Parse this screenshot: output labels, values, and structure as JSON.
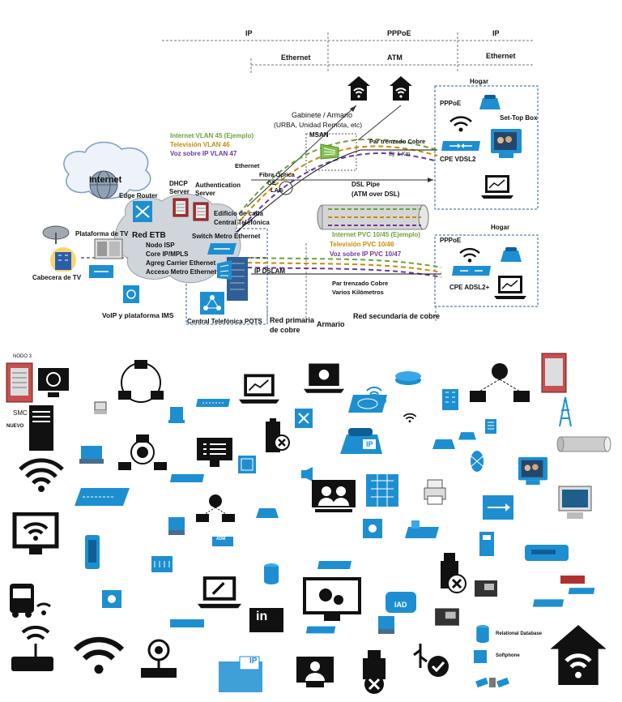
{
  "top_headers": {
    "ip_left": "IP",
    "pppoe": "PPPoE",
    "ip_right": "IP",
    "ethernet_mid": "Ethernet",
    "atm": "ATM",
    "ethernet_right": "Ethernet"
  },
  "labels": {
    "hogar_top": "Hogar",
    "hogar_bottom": "Hogar",
    "pppoe_top": "PPPoE",
    "pppoe_bottom": "PPPoE",
    "set_top_box": "Set-Top Box",
    "cpe_vdsl2": "CPE VDSL2",
    "cpe_adsl2": "CPE ADSL2+",
    "gabinete": "Gabinete / Armario",
    "gabinete_sub": "(URBA, Unidad Remota, etc)",
    "msan": "MSAN",
    "par_trenzado_top": "Par trenzado Cobre",
    "ej_km": "Ej: 1 Km",
    "internet_vlan": "Internet VLAN  45  (Ejemplo)",
    "tv_vlan": "Televisión VLAN 46",
    "voz_vlan": "Voz sobre IP VLAN 47",
    "ethernet_diag": "Ethernet",
    "fibra": "Fibra Óptica",
    "ge": "GE",
    "lag": "LAG",
    "dsl_pipe": "DSL Pipe",
    "dsl_pipe_sub": "(ATM over DSL)",
    "internet_cloud": "Internet",
    "edge_router": "Edge Router",
    "dhcp": "DHCP",
    "server": "Server",
    "authentication": "Authentication",
    "auth_server": "Server",
    "edificio": "Edificio de cada",
    "central_tel": "Central Telefónica",
    "plataforma_tv": "Plataforma de TV",
    "red_etb": "Red ETB",
    "nodo_isp": "Nodo ISP",
    "core_ip": "Core IP/MPLS",
    "agreg": "Agreg Carrier Ethernet",
    "acceso": "Acceso Metro Ethernet",
    "switch_metro": "Switch Metro Ethernet",
    "cabecera_tv": "Cabecera de TV",
    "ip_dslam": "IP DSLAM",
    "internet_pvc": "Internet PVC  10/45  (Ejemplo)",
    "tv_pvc": "Televisión PVC 10/46",
    "voz_pvc": "Voz sobre IP PVC 10/47",
    "par_trenzado_bot": "Par trenzado Cobre",
    "varios_km": "Varios Kilómetros",
    "voip": "VoIP y plataforma IMS",
    "central_pots": "Central Telefónica POTS",
    "red_primaria": "Red primaria",
    "de_cobre": "de cobre",
    "armario": "Armario",
    "red_secundaria": "Red secundaria de cobre"
  },
  "palette": {
    "nodo3": "NODO 3",
    "smc": "SMC",
    "nuevo": "NUEVO",
    "relational_db": "Relational Database",
    "softphone": "Softphone",
    "ip_badge": "IP",
    "iad_badge": "IAD",
    "in_badge": "in",
    "adm_badge": "ADM"
  },
  "colors": {
    "cisco_blue": "#1d8fd1",
    "internet_green": "#6aa43a",
    "tv_orange": "#c98a05",
    "voz_purple": "#6a3aa0",
    "red_device": "#b03030"
  }
}
